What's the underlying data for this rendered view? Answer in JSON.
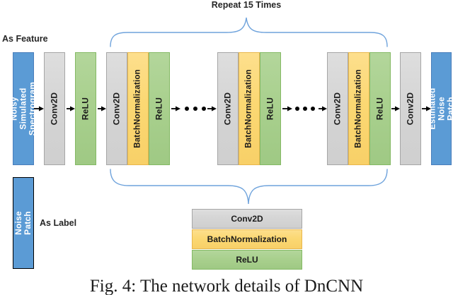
{
  "figure": {
    "repeat_label": "Repeat 15 Times",
    "as_feature": "As Feature",
    "as_label": "As Label",
    "caption": "Fig. 4: The network details of DnCNN"
  },
  "nodes": {
    "input": "Noisy Simulated\nSpectrogram",
    "conv": "Conv2D",
    "relu": "ReLU",
    "bn": "BatchNormalization",
    "output": "Estimated Noise Patch",
    "noise_patch": "Noise Patch"
  },
  "legend": {
    "rows": [
      "Conv2D",
      "BatchNormalization",
      "ReLU"
    ]
  },
  "colors": {
    "blue": "#5B9BD5",
    "blue-border": "#4A7EBB",
    "gray": "#D6D6D6",
    "gray-border": "#A6A6A6",
    "green": "#A9D08E",
    "green-border": "#84B964",
    "yellow": "#FBD873",
    "yellow-border": "#E8B64C",
    "brace": "#6FA3DC",
    "arrow": "#000000"
  }
}
